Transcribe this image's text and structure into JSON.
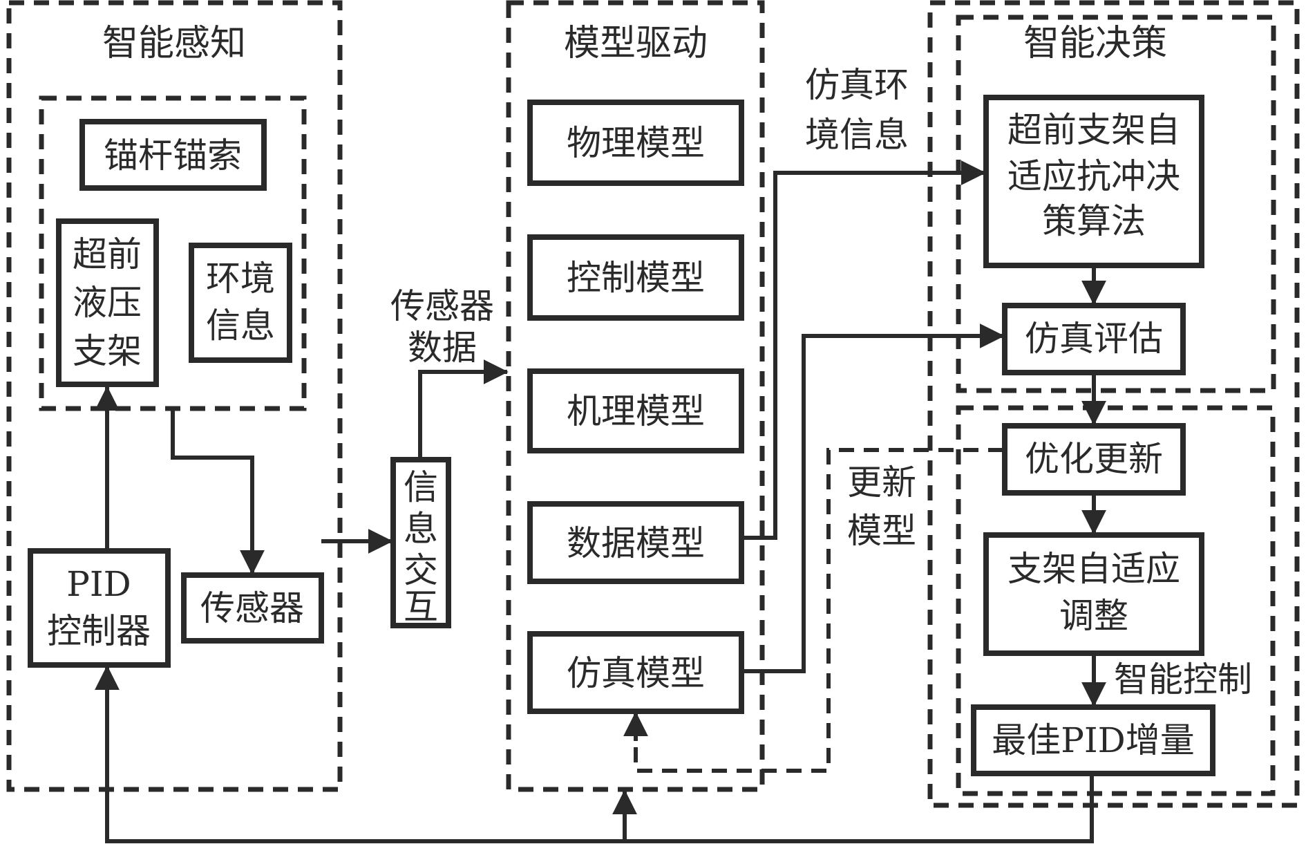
{
  "groups": {
    "perception": {
      "title": "智能感知"
    },
    "model_drive": {
      "title": "模型驱动"
    },
    "decision": {
      "title": "智能决策"
    }
  },
  "perception": {
    "inner_items": {
      "anchor": "锚杆锚索",
      "support": [
        "超前",
        "液压",
        "支架"
      ],
      "environment": [
        "环境",
        "信息"
      ]
    },
    "pid_controller": [
      "PID",
      "控制器"
    ],
    "sensor": "传感器"
  },
  "interaction": {
    "box": [
      "信",
      "息",
      "交",
      "互"
    ],
    "sensor_data_label": [
      "传感器",
      "数据"
    ]
  },
  "models": [
    "物理模型",
    "控制模型",
    "机理模型",
    "数据模型",
    "仿真模型"
  ],
  "labels": {
    "sim_env_info": [
      "仿真环",
      "境信息"
    ],
    "update_model": [
      "更新",
      "模型"
    ],
    "intelligent_control": "智能控制"
  },
  "decision": {
    "algorithm": [
      "超前支架自",
      "适应抗冲决",
      "策算法"
    ],
    "sim_eval": "仿真评估",
    "optimize_update": "优化更新",
    "adaptive_adjust": [
      "支架自适应",
      "调整"
    ],
    "best_pid": "最佳PID增量"
  }
}
